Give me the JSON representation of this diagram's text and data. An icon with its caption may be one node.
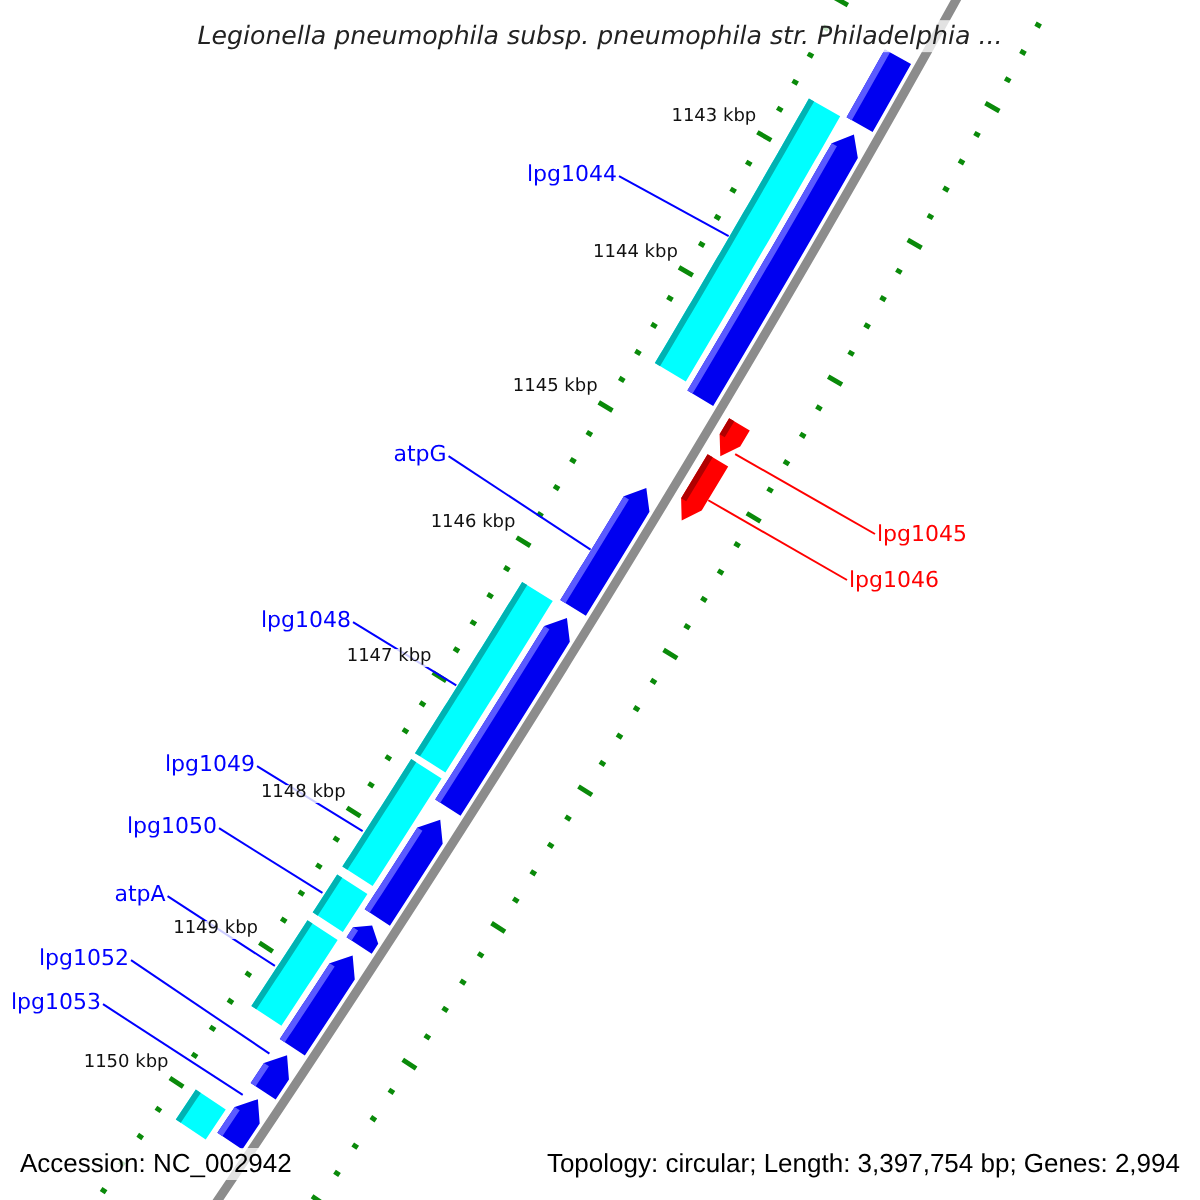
{
  "diagram": {
    "title": "Legionella pneumophila subsp. pneumophila str. Philadelphia ...",
    "nodes": [
      {
        "text": [
          "lpg1044"
        ]
      },
      {
        "text": [
          "atpG"
        ]
      },
      {
        "text": [
          "lpg1048"
        ]
      },
      {
        "text": [
          "lpg1049"
        ]
      },
      {
        "text": [
          "lpg1050"
        ]
      },
      {
        "text": [
          "atpA"
        ]
      },
      {
        "text": [
          "lpg1052"
        ]
      },
      {
        "text": [
          "lpg1053"
        ]
      },
      {
        "text": [
          "lpg1045"
        ]
      },
      {
        "text": [
          "lpg1046"
        ]
      },
      {
        "text": [],
        "shape": "bar"
      },
      {
        "text": [],
        "shape": "bar"
      },
      {
        "text": [],
        "shape": "bar"
      },
      {
        "text": [],
        "shape": "bar"
      },
      {
        "text": [],
        "shape": "bar"
      },
      {
        "text": [],
        "shape": "bar"
      },
      {
        "text": [],
        "shape": "bar"
      },
      {
        "text": [],
        "shape": "bar"
      },
      {
        "text": [],
        "shape": "bar"
      },
      {
        "text": [],
        "shape": "bar"
      },
      {
        "text": [],
        "shape": "bar"
      },
      {
        "text": [],
        "shape": "bar"
      },
      {
        "text": [],
        "shape": "bar"
      },
      {
        "text": [],
        "shape": "bar"
      },
      {
        "text": [],
        "shape": "bar"
      },
      {
        "text": [],
        "shape": "bar"
      },
      {
        "text": [],
        "shape": "bar"
      }
    ],
    "edges": [
      {
        "from": 0,
        "to": 11,
        "arrow": "none"
      },
      {
        "from": 1,
        "to": 15,
        "arrow": "none"
      },
      {
        "from": 2,
        "to": 16,
        "arrow": "none"
      },
      {
        "from": 3,
        "to": 18,
        "arrow": "none"
      },
      {
        "from": 4,
        "to": 20,
        "arrow": "none"
      },
      {
        "from": 5,
        "to": 22,
        "arrow": "none"
      },
      {
        "from": 6,
        "to": 24,
        "arrow": "none"
      },
      {
        "from": 7,
        "to": 25,
        "arrow": "none"
      },
      {
        "from": 8,
        "to": 13,
        "arrow": "none",
        "color": "#ff0000"
      },
      {
        "from": 9,
        "to": 14,
        "arrow": "none",
        "color": "#ff0000"
      }
    ],
    "labels": [
      "1143 kbp",
      "1144 kbp",
      "1145 kbp",
      "1146 kbp",
      "1147 kbp",
      "1148 kbp",
      "1149 kbp",
      "1150 kbp",
      "Accession: NC_002942",
      "Topology: circular; Length: 3,397,754 bp; Genes: 2,994"
    ]
  }
}
